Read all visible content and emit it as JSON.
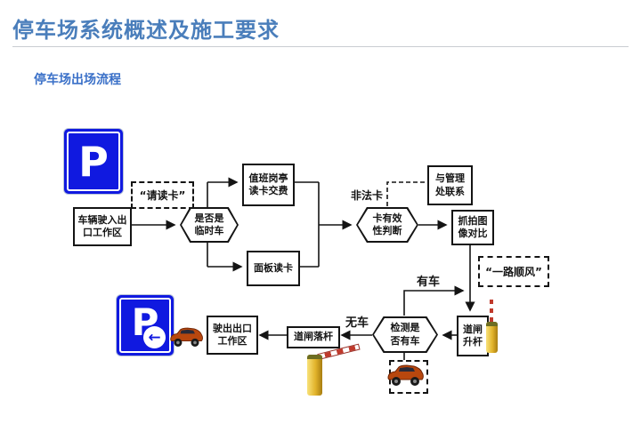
{
  "slide": {
    "title": "停车场系统概述及施工要求",
    "subtitle": "停车场出场流程"
  },
  "colors": {
    "title_blue": "#4a7ebb",
    "subtitle_blue": "#3a70c8",
    "sign_blue": "#1019e0",
    "wire_black": "#141414",
    "barrier_yellow": "#e2b32b",
    "stripe_red": "#c0392b"
  },
  "flowchart": {
    "nodes": {
      "enter_zone": "车辆驶入出\n口工作区",
      "is_temp_car": "是否是\n临时车",
      "booth_pay": "值班岗亭\n读卡交费",
      "panel_read": "面板读卡",
      "card_valid": "卡有效\n性判断",
      "contact_mgmt": "与管理\n处联系",
      "capture_compare": "抓拍图\n像对比",
      "gate_raise": "道闸\n升杆",
      "detect_car": "检测是\n否有车",
      "gate_lower": "道闸落杆",
      "exit_zone": "驶出出口\n工作区"
    },
    "annotations": {
      "please_read_card": "“请读卡”",
      "bon_voyage": "“一路顺风”",
      "illegal_card": "非法卡",
      "has_car": "有车",
      "no_car": "无车"
    },
    "signs": {
      "letter": "P",
      "exit_arrow": "←"
    }
  }
}
